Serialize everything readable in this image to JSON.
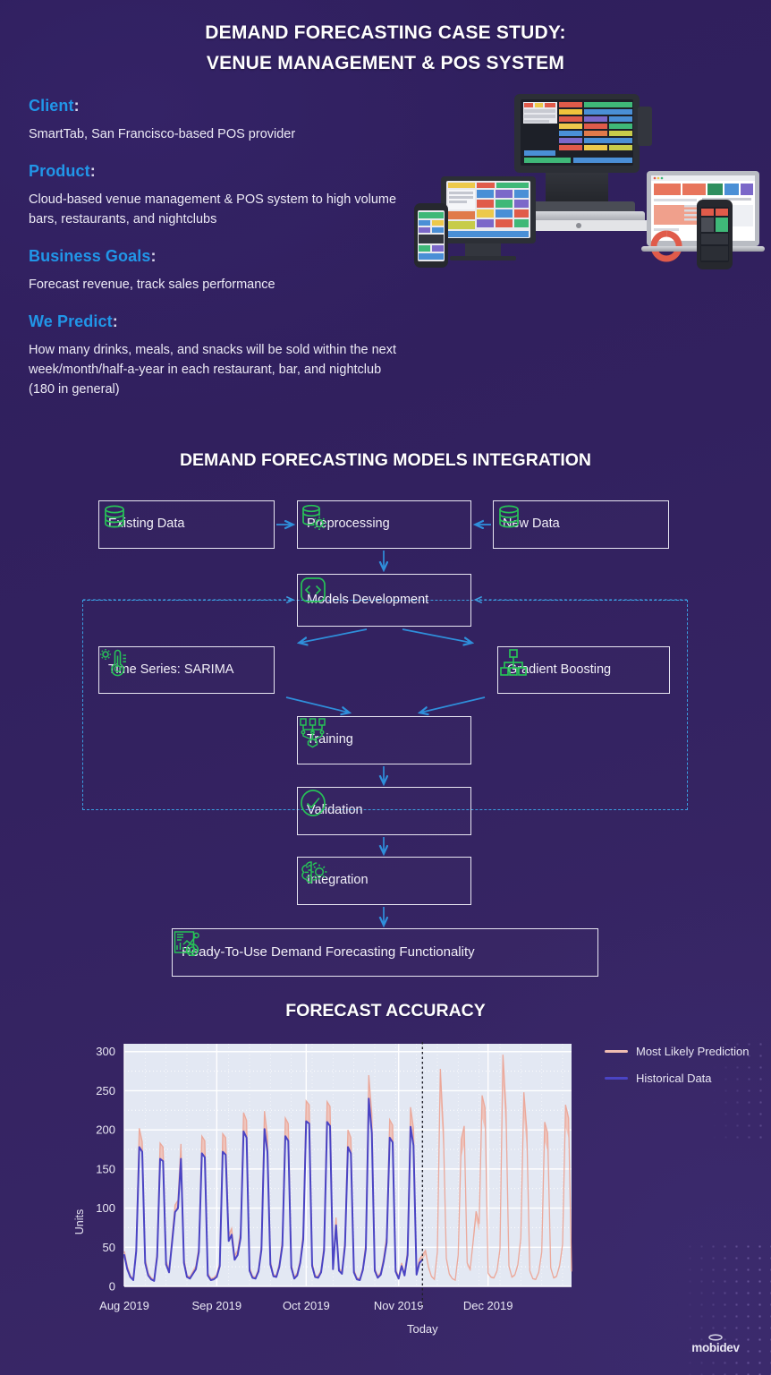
{
  "header": {
    "title_line1": "DEMAND FORECASTING CASE STUDY:",
    "title_line2": "VENUE MANAGEMENT & POS SYSTEM"
  },
  "info": {
    "blocks": [
      {
        "heading": "Client",
        "colon": ":",
        "body": "SmartTab, San Francisco-based POS provider"
      },
      {
        "heading": "Product",
        "colon": ":",
        "body": "Cloud-based venue management & POS system to high volume bars, restaurants, and nightclubs"
      },
      {
        "heading": "Business Goals",
        "colon": ":",
        "body": "Forecast revenue, track sales performance"
      },
      {
        "heading": "We Predict",
        "colon": ":",
        "body": "How many drinks, meals, and snacks will be sold within the next week/month/half-a-year in each restaurant, bar, and nightclub (180 in general)"
      }
    ]
  },
  "hero": {
    "alt": "pos-devices-photo"
  },
  "flow": {
    "title": "DEMAND FORECASTING MODELS INTEGRATION",
    "nodes": [
      {
        "id": "existing",
        "label": "Existing Data",
        "icon": "database-icon"
      },
      {
        "id": "preprocessing",
        "label": "Preprocessing",
        "icon": "database-gear-icon"
      },
      {
        "id": "newdata",
        "label": "New Data",
        "icon": "database-icon"
      },
      {
        "id": "models",
        "label": "Models Development",
        "icon": "code-brackets-icon"
      },
      {
        "id": "sarima",
        "label": "Time Series: SARIMA",
        "icon": "thermometer-gear-icon"
      },
      {
        "id": "gradient",
        "label": "Gradient Boosting",
        "icon": "tree-hierarchy-icon"
      },
      {
        "id": "training",
        "label": "Training",
        "icon": "neural-network-icon"
      },
      {
        "id": "validation",
        "label": "Validation",
        "icon": "check-circle-icon"
      },
      {
        "id": "integration",
        "label": "Integration",
        "icon": "brain-gear-icon"
      },
      {
        "id": "ready",
        "label": "Ready-To-Use Demand Forecasting Functionality",
        "icon": "dashboard-chart-icon"
      }
    ],
    "colors": {
      "node_border": "#e8e6f2",
      "icon": "#27c257",
      "arrow": "#2f8fdb",
      "dashed_box": "#3b9de0"
    }
  },
  "chart_data": {
    "type": "line",
    "title": "FORECAST ACCURACY",
    "xlabel": "Today",
    "ylabel": "Units",
    "ylim": [
      0,
      310
    ],
    "yticks": [
      0,
      50,
      100,
      150,
      200,
      250,
      300
    ],
    "xticks": [
      "Aug 2019",
      "Sep 2019",
      "Oct 2019",
      "Nov 2019",
      "Dec 2019"
    ],
    "grid": true,
    "plot_bg": "#e3e8f3",
    "today_marker": {
      "label": "Today",
      "x_value": "Nov 2019",
      "style": "dotted-vertical"
    },
    "legend": {
      "position": "right",
      "entries": [
        {
          "name": "Most Likely Prediction",
          "color": "#f0bdb2"
        },
        {
          "name": "Historical Data",
          "color": "#4a44c4"
        }
      ]
    },
    "series": [
      {
        "name": "Historical Data",
        "color": "#4a44c4",
        "note": "weekly demand cycle, Aug 1 2019 - Oct 31 2019, daily units",
        "values": [
          40,
          22,
          12,
          8,
          45,
          178,
          172,
          30,
          14,
          9,
          7,
          38,
          163,
          160,
          28,
          18,
          55,
          95,
          100,
          163,
          30,
          12,
          10,
          16,
          22,
          44,
          170,
          165,
          14,
          8,
          9,
          12,
          26,
          172,
          168,
          58,
          66,
          34,
          40,
          62,
          198,
          190,
          20,
          11,
          10,
          19,
          47,
          201,
          172,
          28,
          13,
          12,
          25,
          52,
          192,
          186,
          24,
          10,
          14,
          30,
          60,
          211,
          208,
          26,
          12,
          11,
          18,
          46,
          210,
          205,
          22,
          78,
          20,
          16,
          52,
          178,
          170,
          18,
          9,
          8,
          21,
          48,
          240,
          196,
          20,
          11,
          15,
          32,
          56,
          190,
          184,
          19,
          10,
          26,
          14,
          40,
          204,
          180,
          15,
          30,
          34
        ]
      },
      {
        "name": "Most Likely Prediction",
        "color": "#f0bdb2",
        "note": "prediction band; overlays history then continues alone Nov 1 - Dec 20 2019",
        "values_historical_overlay": [
          45,
          26,
          14,
          10,
          50,
          202,
          185,
          35,
          17,
          11,
          9,
          44,
          183,
          178,
          33,
          21,
          62,
          104,
          110,
          182,
          35,
          14,
          12,
          19,
          26,
          50,
          192,
          186,
          17,
          10,
          11,
          15,
          30,
          195,
          190,
          66,
          74,
          39,
          46,
          70,
          222,
          212,
          24,
          13,
          12,
          22,
          53,
          224,
          192,
          32,
          15,
          14,
          29,
          59,
          215,
          208,
          28,
          12,
          17,
          34,
          68,
          237,
          232,
          30,
          14,
          13,
          21,
          52,
          236,
          230,
          26,
          88,
          23,
          19,
          59,
          200,
          190,
          21,
          11,
          10,
          24,
          55,
          270,
          220,
          23,
          13,
          18,
          37,
          64,
          213,
          206,
          22,
          12,
          30,
          16,
          46,
          229,
          202,
          18,
          35,
          40
        ],
        "values_forecast": [
          46,
          25,
          13,
          9,
          44,
          278,
          200,
          36,
          16,
          10,
          8,
          40,
          188,
          205,
          30,
          22,
          58,
          96,
          80,
          244,
          228,
          17,
          12,
          11,
          20,
          48,
          296,
          228,
          26,
          12,
          15,
          28,
          62,
          248,
          200,
          20,
          10,
          9,
          18,
          44,
          210,
          196,
          24,
          11,
          13,
          27,
          54,
          232,
          215,
          19
        ]
      }
    ]
  },
  "logo": {
    "text": "mobidev"
  }
}
